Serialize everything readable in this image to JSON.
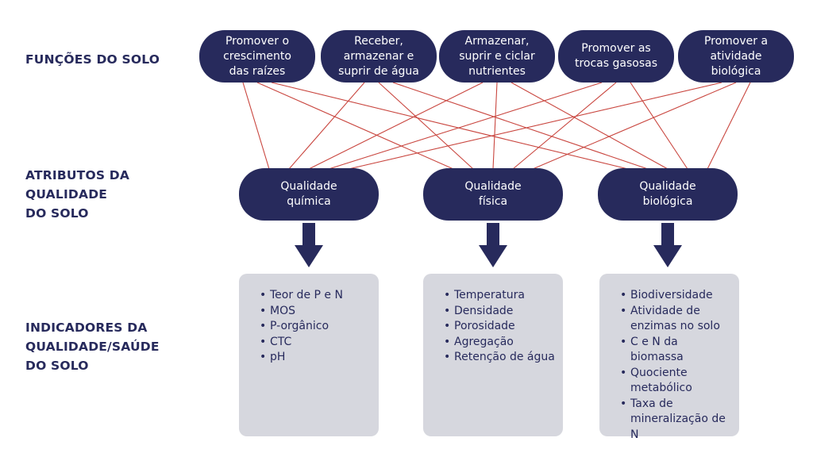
{
  "labels": {
    "funcoes": "FUNÇÕES DO SOLO",
    "atributos": "ATRIBUTOS DA\nQUALIDADE\nDO SOLO",
    "indicadores": "INDICADORES DA\nQUALIDADE/SAÚDE\nDO SOLO"
  },
  "funcoes": [
    "Promover o\ncrescimento\ndas raízes",
    "Receber,\narmazenar e\nsuprir de água",
    "Armazenar,\nsuprir e ciclar\nnutrientes",
    "Promover as\ntrocas gasosas",
    "Promover a\natividade\nbiológica"
  ],
  "atributos": [
    "Qualidade\nquímica",
    "Qualidade\nfísica",
    "Qualidade\nbiológica"
  ],
  "indicadores": [
    [
      "Teor de P e N",
      "MOS",
      "P-orgânico",
      "CTC",
      "pH"
    ],
    [
      "Temperatura",
      "Densidade",
      "Porosidade",
      "Agregação",
      "Retenção de água"
    ],
    [
      "Biodiversidade",
      "Atividade de enzimas no solo",
      "C e N da biomassa",
      "Quociente metabólico",
      "Taxa de mineralização de N"
    ]
  ],
  "colors": {
    "navy": "#272a5c",
    "connector": "#c9463f",
    "box": "#d6d7de"
  }
}
